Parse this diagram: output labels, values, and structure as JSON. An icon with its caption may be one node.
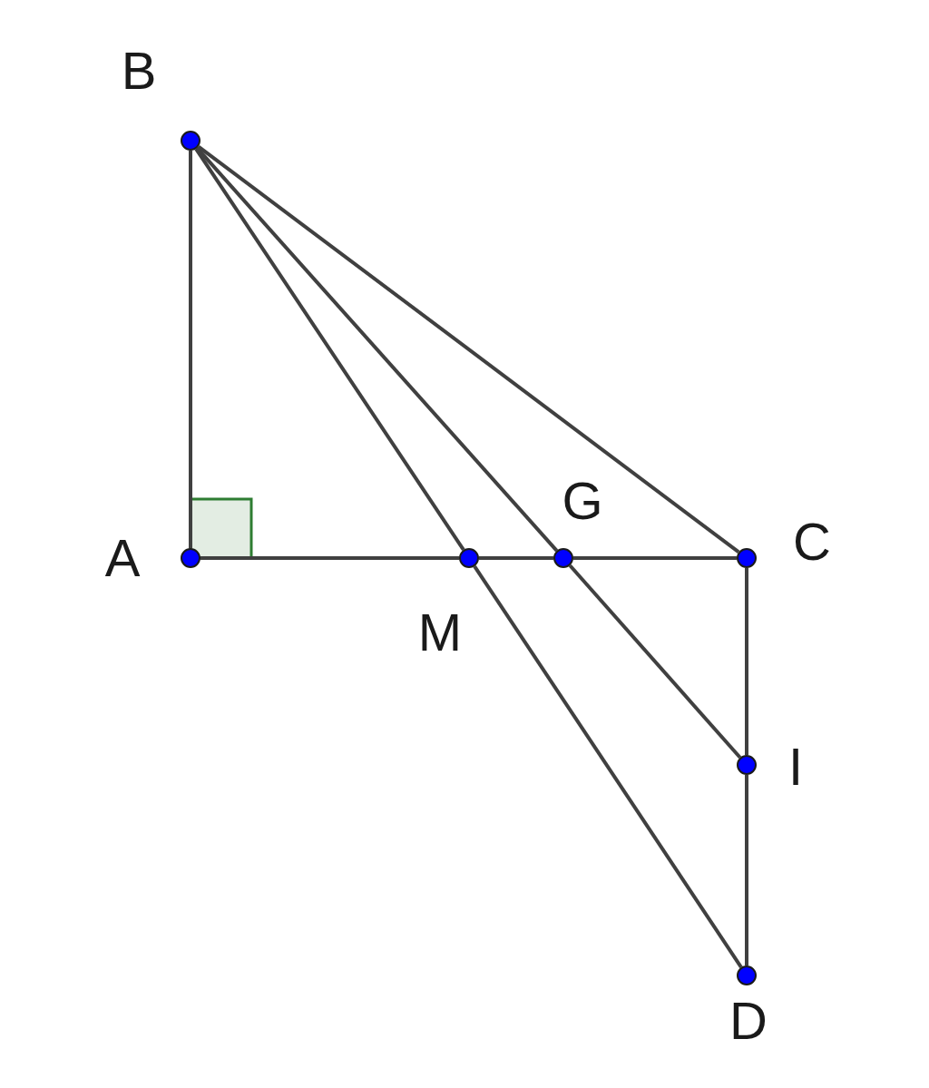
{
  "diagram": {
    "nodes": [
      {
        "text": [
          "B"
        ]
      },
      {
        "text": [
          "A"
        ]
      },
      {
        "text": [
          "M"
        ]
      },
      {
        "text": [
          "G"
        ]
      },
      {
        "text": [
          "C"
        ]
      },
      {
        "text": [
          "I"
        ]
      },
      {
        "text": [
          "D"
        ]
      }
    ],
    "edges": [
      {
        "from": 0,
        "to": 1,
        "arrow": "none"
      },
      {
        "from": 0,
        "to": 2,
        "arrow": "none"
      },
      {
        "from": 2,
        "to": 6,
        "arrow": "none"
      },
      {
        "from": 0,
        "to": 3,
        "arrow": "none"
      },
      {
        "from": 3,
        "to": 5,
        "arrow": "none"
      },
      {
        "from": 0,
        "to": 4,
        "arrow": "none"
      },
      {
        "from": 1,
        "to": 2,
        "arrow": "none"
      },
      {
        "from": 2,
        "to": 3,
        "arrow": "none"
      },
      {
        "from": 3,
        "to": 4,
        "arrow": "none"
      },
      {
        "from": 4,
        "to": 5,
        "arrow": "none"
      },
      {
        "from": 5,
        "to": 6,
        "arrow": "none"
      }
    ]
  }
}
